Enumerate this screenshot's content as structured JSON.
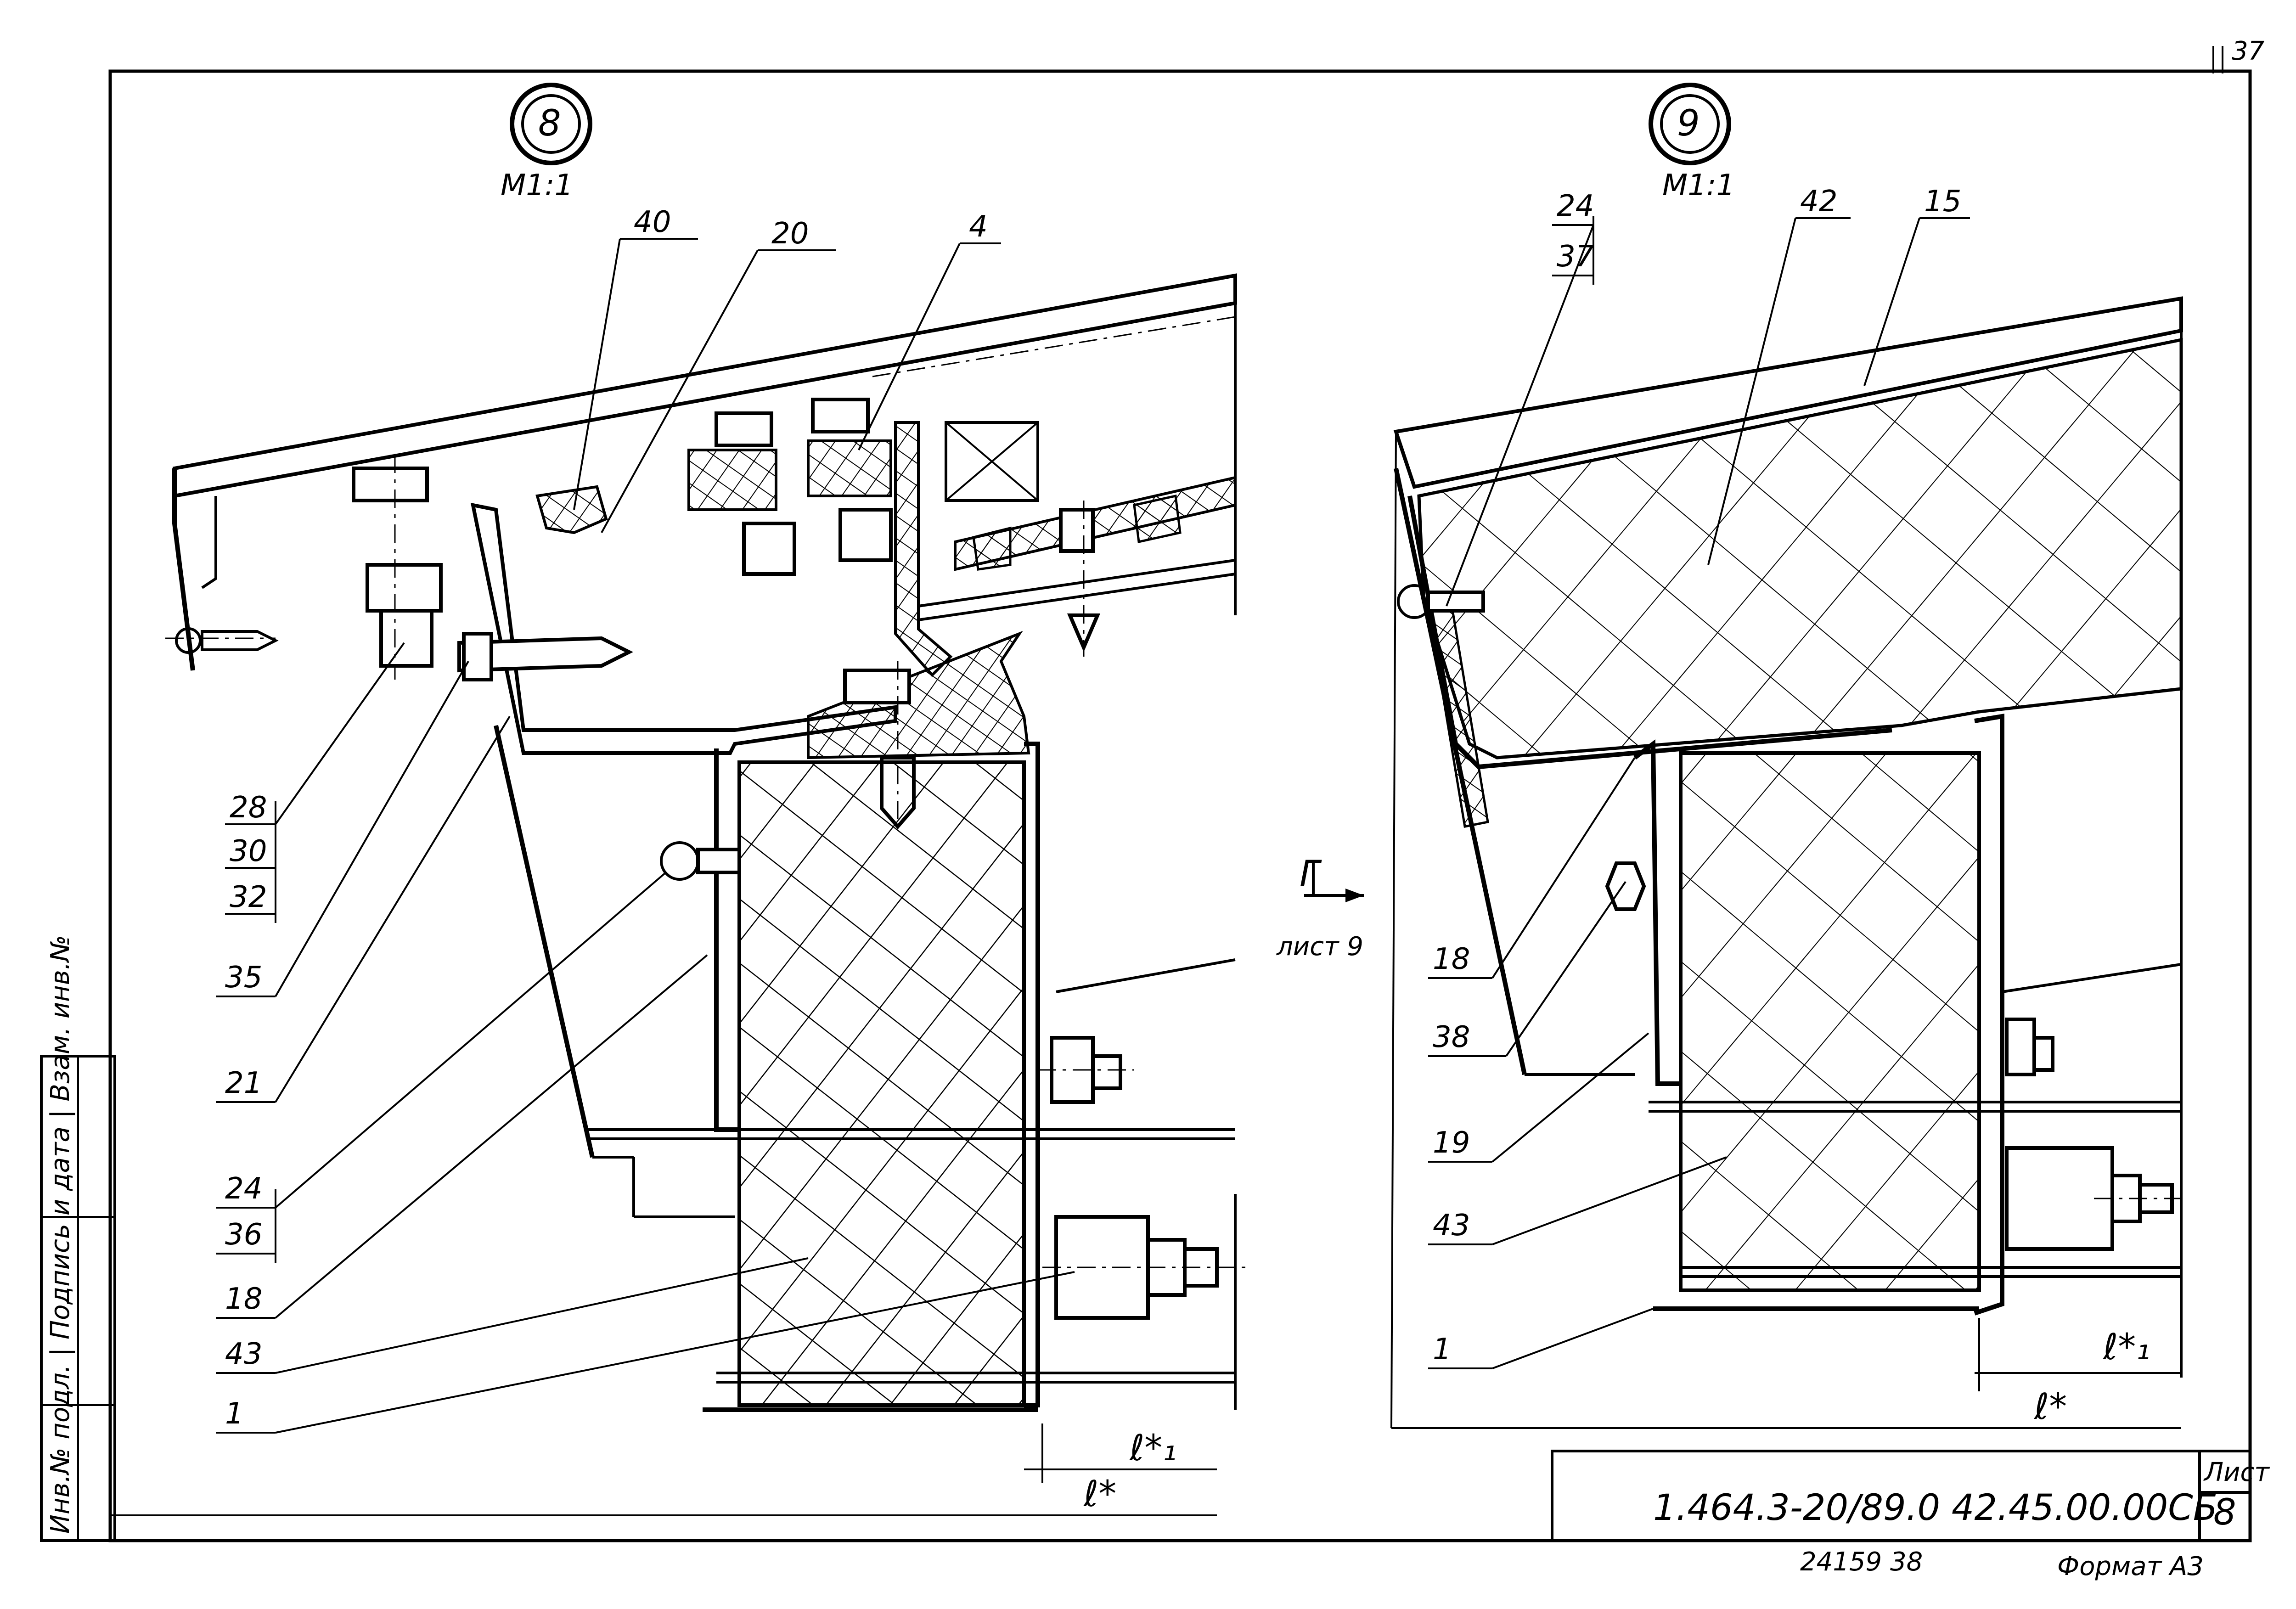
{
  "sheet": {
    "page_number": "37",
    "drawing_code": "1.464.3-20/89.0   42.45.00.00СБ",
    "sheet_label": "Лист",
    "sheet_number": "8",
    "inventory": "24159   38",
    "format": "Формат А3",
    "side_stamp": "Инв.№ подл. | Подпись и дата | Взам. инв.№"
  },
  "detail_8": {
    "number": "8",
    "scale": "М1:1",
    "callouts_top": [
      "40",
      "20",
      "4"
    ],
    "callouts_left": [
      "28",
      "30",
      "32",
      "35",
      "21",
      "24",
      "36",
      "18",
      "43",
      "1"
    ],
    "dim_l1": "ℓ*₁",
    "dim_l": "ℓ*"
  },
  "detail_9": {
    "number": "9",
    "scale": "М1:1",
    "callouts_top": [
      "24",
      "37",
      "42",
      "15"
    ],
    "callouts_left": [
      "18",
      "38",
      "19",
      "43",
      "1"
    ],
    "dim_l1": "ℓ*₁",
    "dim_l": "ℓ*"
  },
  "view_ref": {
    "letter": "Г",
    "sheet_ref": "лист 9"
  }
}
